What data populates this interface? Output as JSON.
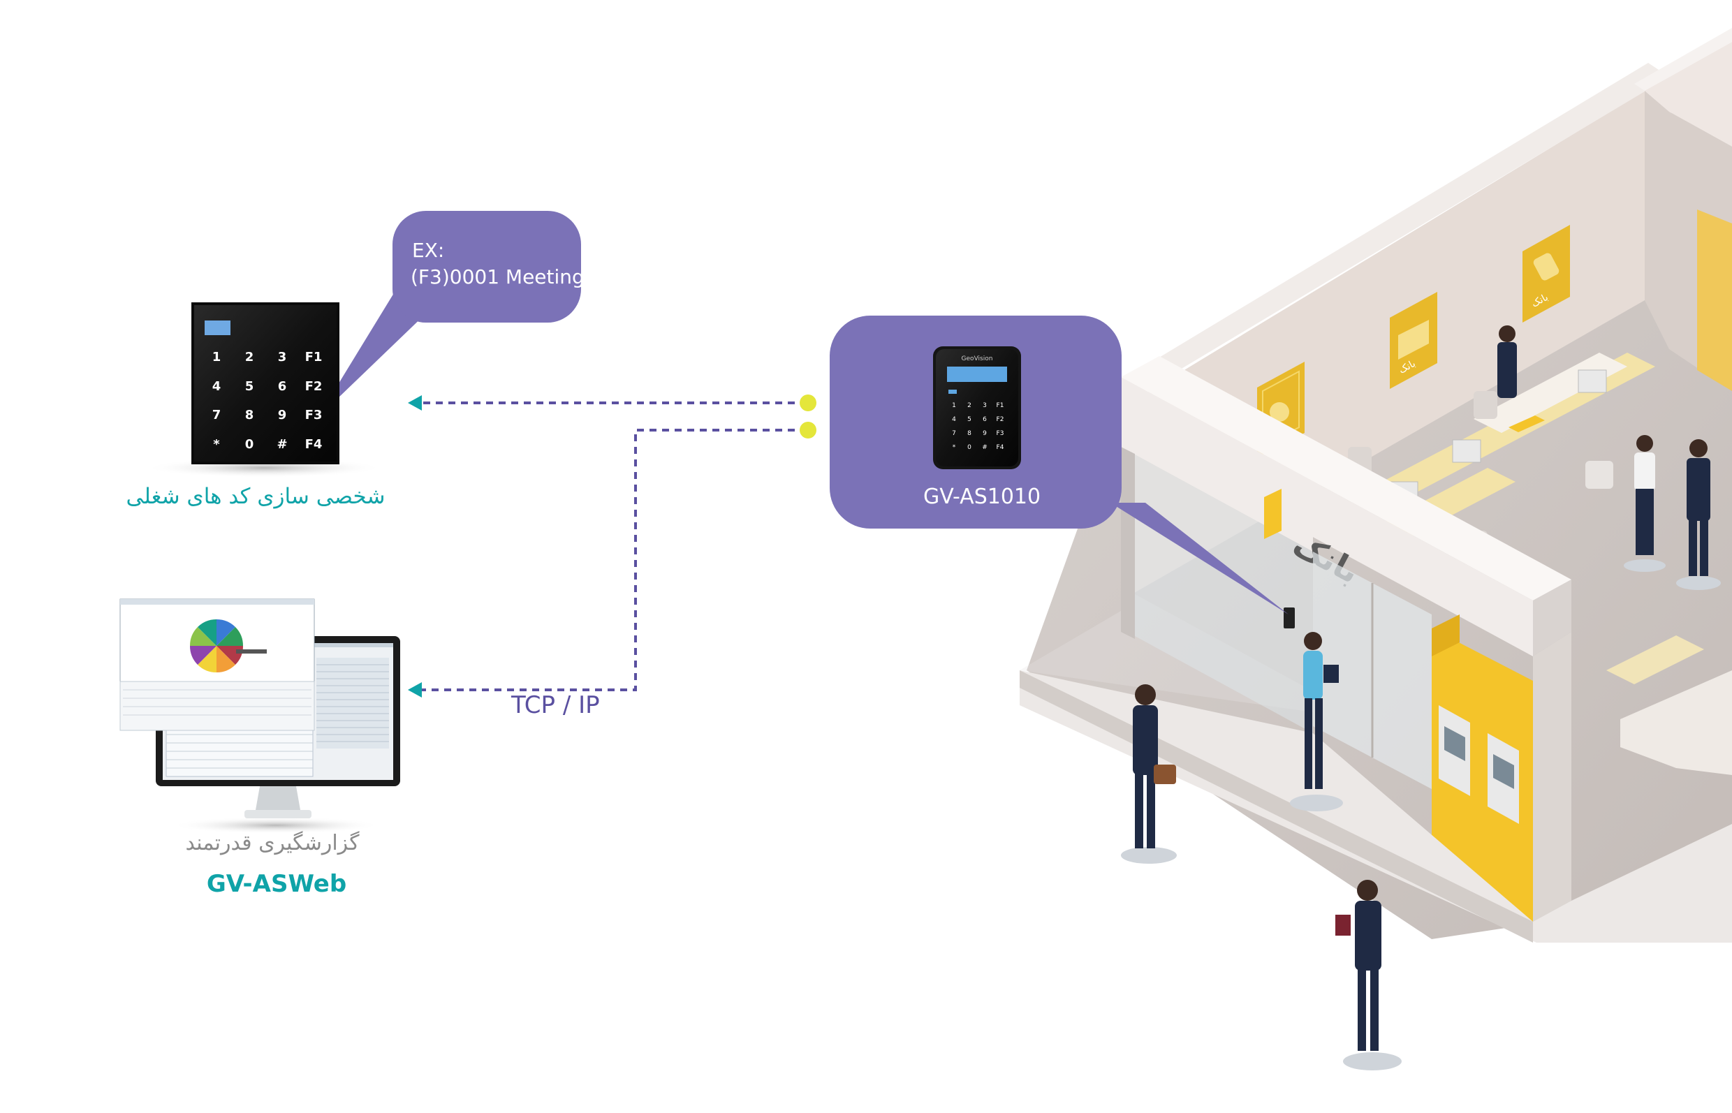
{
  "callout": {
    "line1": "EX:",
    "line2": "(F3)0001 Meeting"
  },
  "keypad": {
    "keys": [
      "1",
      "2",
      "3",
      "F1",
      "4",
      "5",
      "6",
      "F2",
      "7",
      "8",
      "9",
      "F3",
      "*",
      "0",
      "#",
      "F4"
    ]
  },
  "labels": {
    "job_codes": "شخصی سازی کد های شغلی",
    "reporting": "گزارشگیری  قدرتمند",
    "asweb": "GV-ASWeb",
    "tcpip": "TCP / IP",
    "device_name": "GV-AS1010"
  },
  "device": {
    "brand": "GeoVision",
    "keys": [
      "1",
      "2",
      "3",
      "F1",
      "4",
      "5",
      "6",
      "F2",
      "7",
      "8",
      "9",
      "F3",
      "*",
      "0",
      "#",
      "F4"
    ]
  },
  "bank": {
    "sign": "بانک",
    "poster_1": "بانک",
    "poster_2": "بانک"
  },
  "colors": {
    "purple": "#7b72b7",
    "teal": "#0fa3a8",
    "connector_yellow": "#e4e63a",
    "dash": "#5a50a0",
    "bank_yellow": "#f4c42a",
    "dark_navy": "#1f2a44"
  }
}
